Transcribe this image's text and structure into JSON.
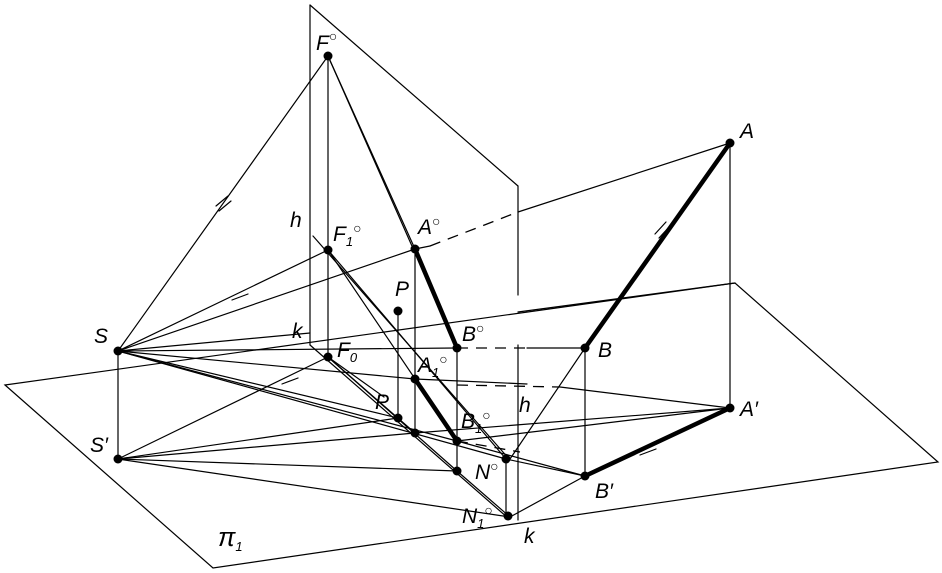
{
  "labels": {
    "F0_top": "F",
    "A0": "A",
    "A": "A",
    "h_left": "h",
    "F1_0": "F",
    "P_upper": "P",
    "k_upper": "k",
    "S": "S",
    "B0": "B",
    "F_0": "F",
    "B": "B",
    "A1_0": "A",
    "P_lower": "P",
    "A_prime": "A′",
    "h_right": "h",
    "B1_0": "B",
    "S_prime": "S′",
    "N0": "N",
    "B_prime": "B′",
    "N1_0": "N",
    "k_lower": "k",
    "pi1": "π"
  },
  "subscripts": {
    "one": "1",
    "zero": "0"
  },
  "superscripts": {
    "degree": "○"
  }
}
